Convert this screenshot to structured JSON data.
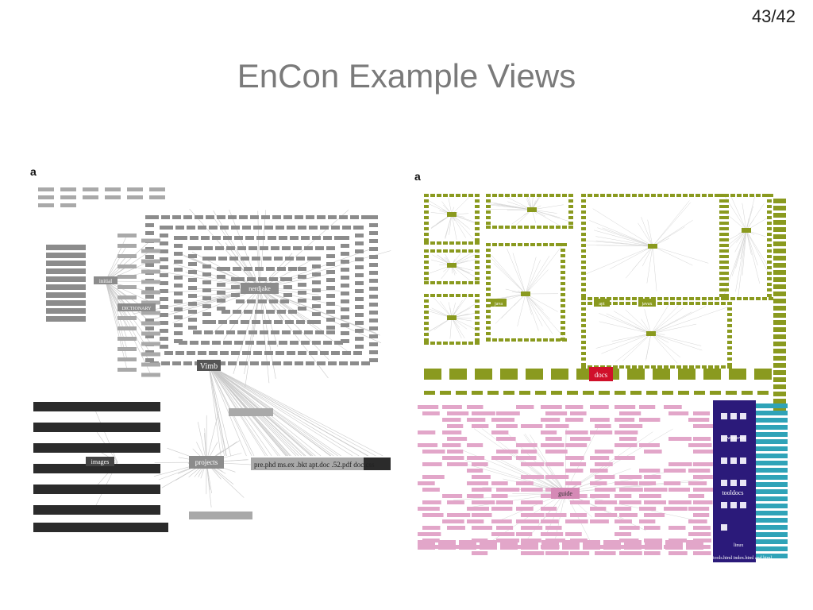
{
  "slide": {
    "page_number": "43/42",
    "title": "EnCon Example Views"
  },
  "figures": [
    {
      "panel_letter": "a",
      "labels": {
        "center_node": "nerdjake",
        "vimb": "Vimb",
        "projects": "projects",
        "images": "images",
        "inits": "initial",
        "dictionary": "DICTIONARY",
        "misc_row": "pre.phd   ms.ex   .bkt   apt.doc   .52.pdf   doc.css"
      },
      "colors": {
        "node": "#8c8c8c",
        "dark": "#2b2b2b",
        "edge": "#c9c9c9",
        "light": "#a9a9a9"
      }
    },
    {
      "panel_letter": "a",
      "labels": {
        "docs": "docs",
        "tooldocs": "tooldocs",
        "guide": "guide",
        "java": "java",
        "api": "api",
        "javax": "javax",
        "windows": "windows",
        "linux": "linux",
        "bottom_row": "tools.html  index.html  and  html"
      },
      "colors": {
        "olive": "#8a9a1f",
        "pink": "#e2a6c9",
        "red": "#d0102a",
        "purple": "#2b1a7a",
        "teal": "#2fa3b8",
        "edge": "#d4d4d4"
      }
    }
  ]
}
